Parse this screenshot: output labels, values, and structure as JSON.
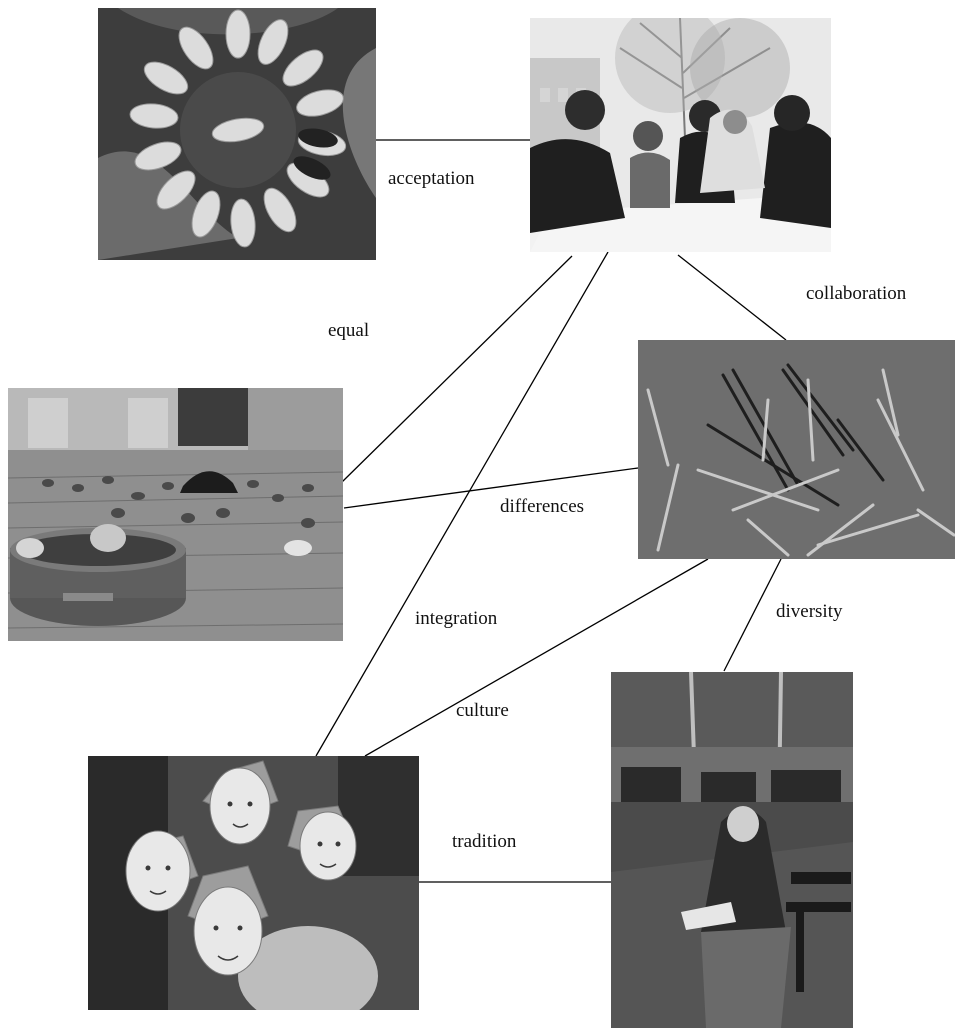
{
  "labels": {
    "acceptation": "acceptation",
    "collaboration": "collaboration",
    "equal": "equal",
    "differences": "differences",
    "integration": "integration",
    "diversity": "diversity",
    "culture": "culture",
    "tradition": "tradition"
  },
  "photos": {
    "shoes": "shoes-arranged-in-circle",
    "students": "students-working-at-table",
    "pigeons": "child-feeding-pigeons-on-square",
    "sticks": "scattered-sticks-on-ground",
    "masks": "children-with-paper-face-masks",
    "woman": "woman-in-headscarf-on-bench"
  },
  "colors": {
    "line": "#000000",
    "text": "#111111"
  }
}
